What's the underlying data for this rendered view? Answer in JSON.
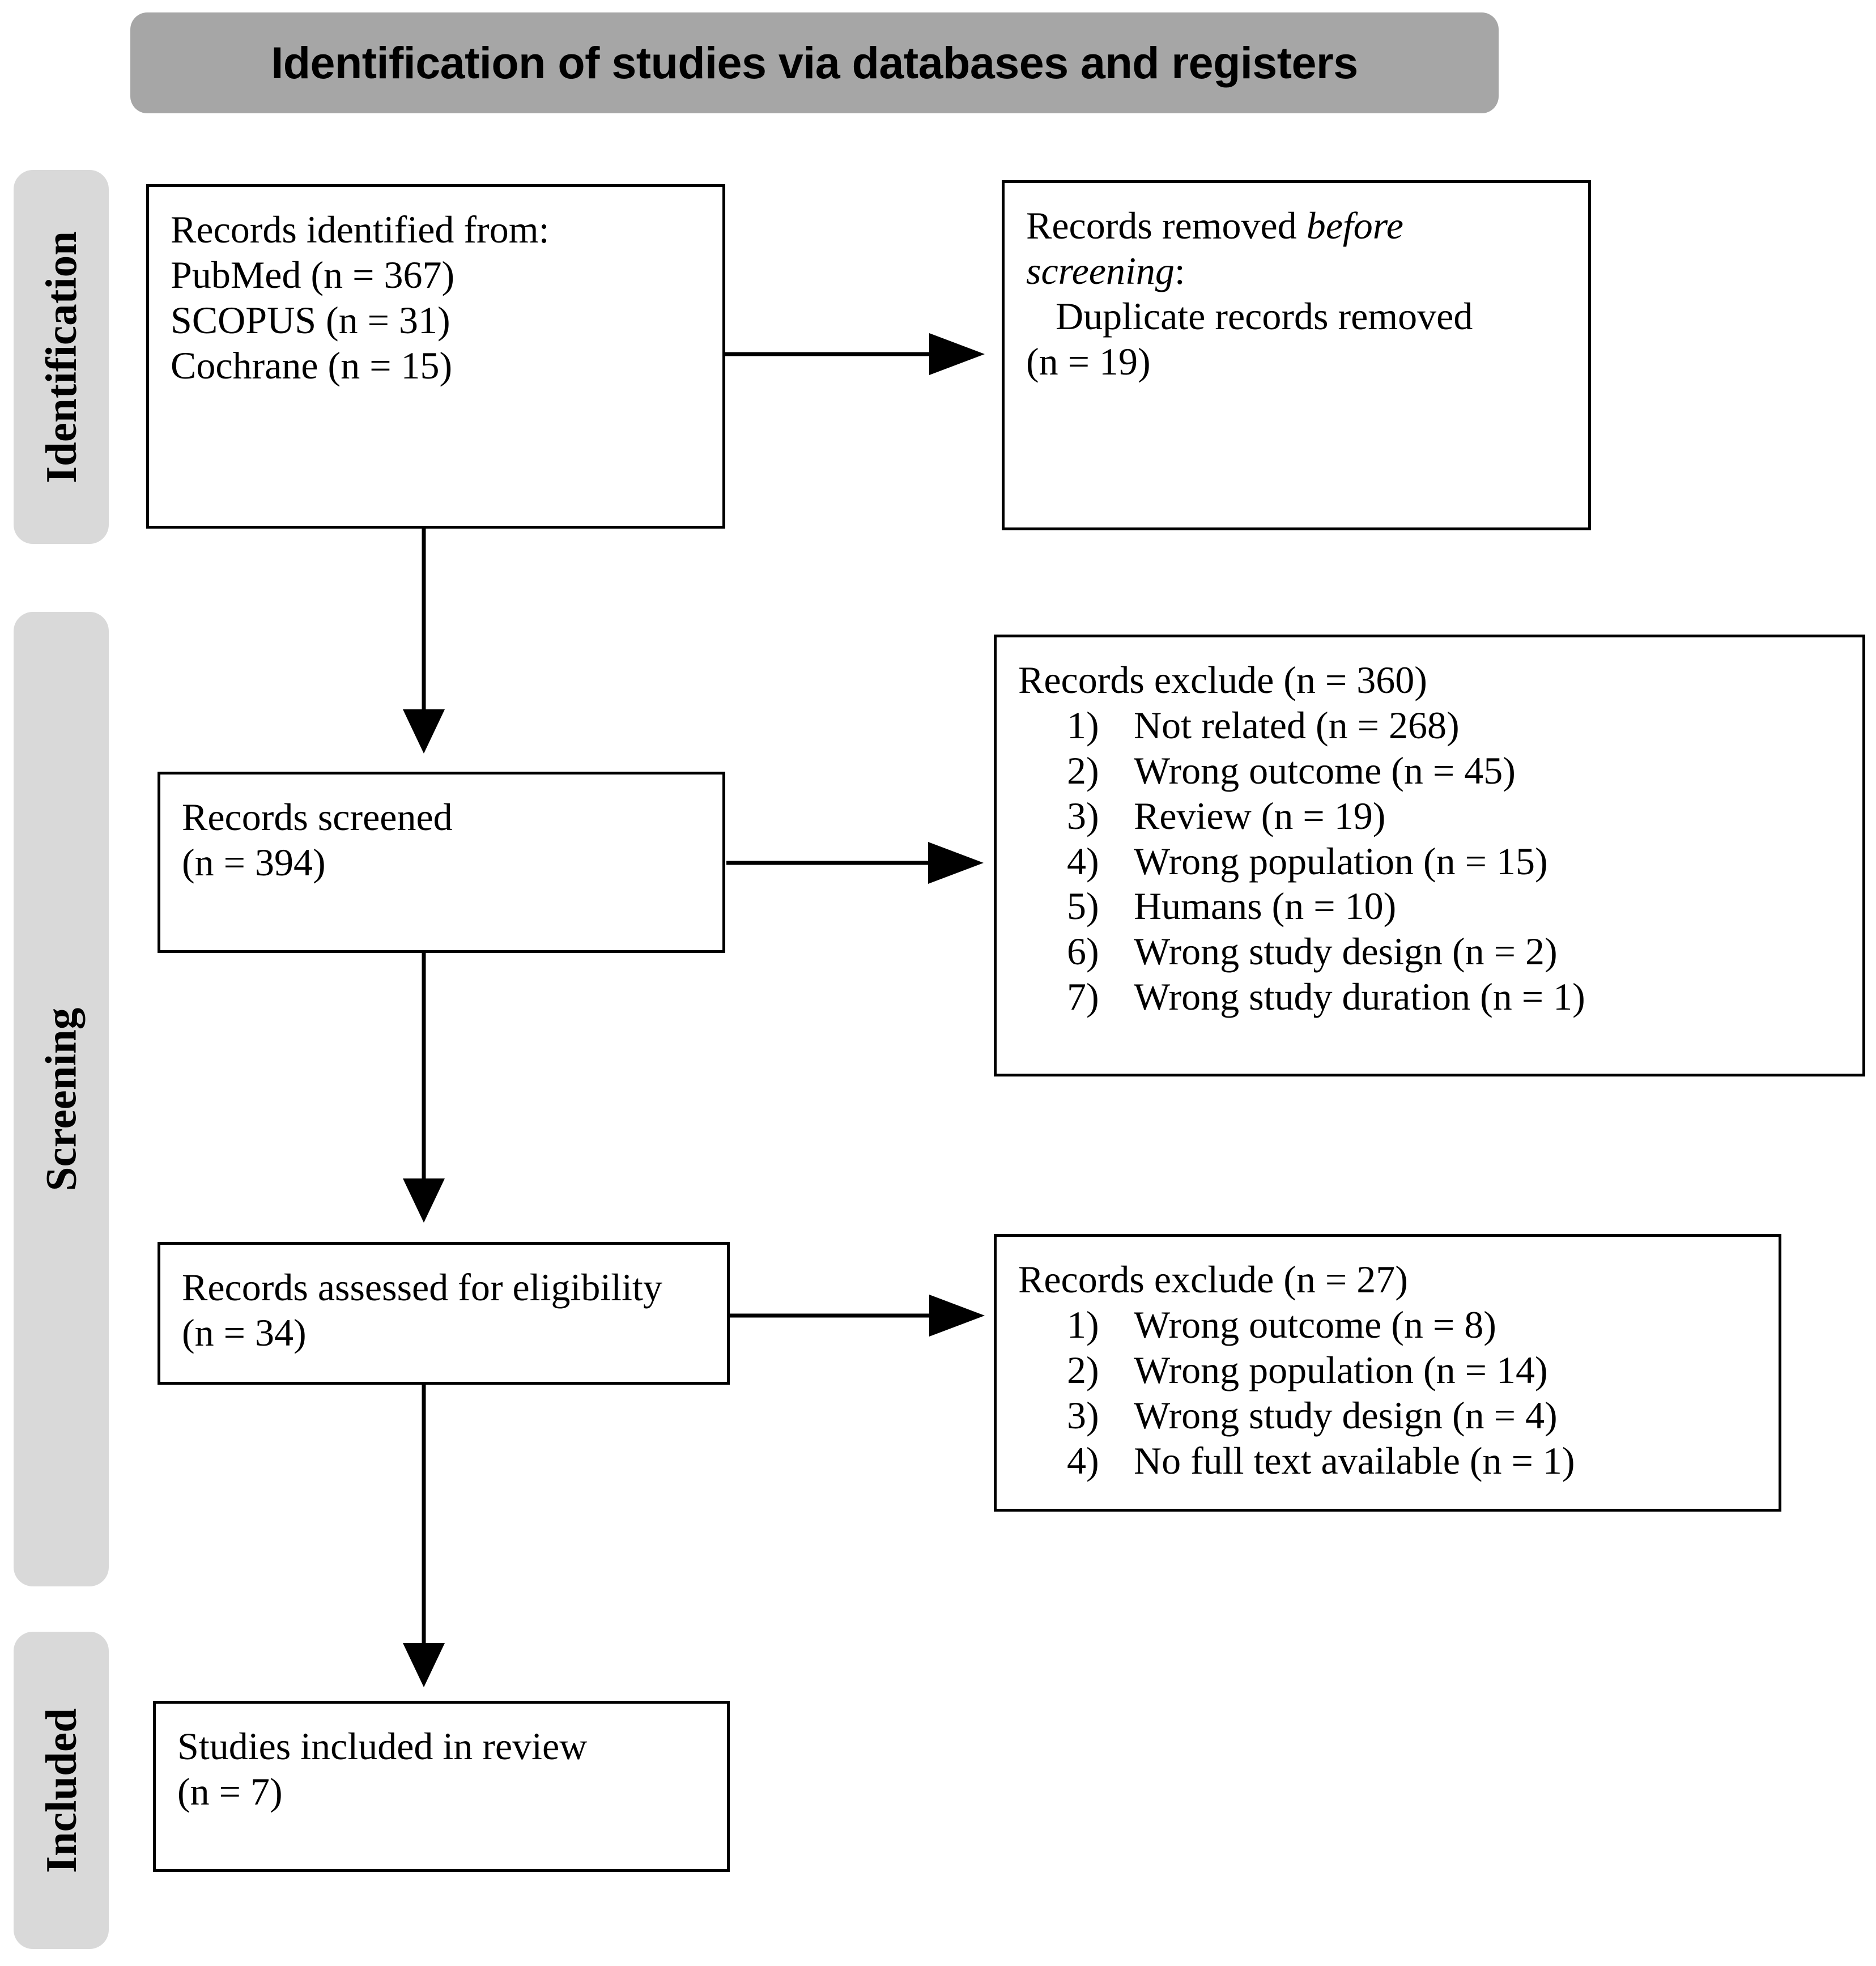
{
  "title": {
    "text": "Identification of studies via databases and registers"
  },
  "colors": {
    "title_banner_bg": "#a6a6a6",
    "phase_bg": "#d9d9d9",
    "box_border": "#000000",
    "box_bg": "#ffffff",
    "text": "#000000"
  },
  "phases": [
    {
      "id": "identification",
      "label": "Identification"
    },
    {
      "id": "screening",
      "label": "Screening"
    },
    {
      "id": "included",
      "label": "Included"
    }
  ],
  "boxes": {
    "identified": {
      "heading": "Records identified from:",
      "sources": [
        "PubMed (n = 367)",
        "SCOPUS (n = 31)",
        "Cochrane (n = 15)"
      ]
    },
    "removed": {
      "heading_plain": "Records removed ",
      "heading_italic_1": "before",
      "heading_italic_2": "screening",
      "heading_colon": ":",
      "detail_line_1": "Duplicate records removed",
      "detail_line_2": "(n = 19)"
    },
    "screened": {
      "label": "Records screened",
      "count": "(n = 394)"
    },
    "excluded_1": {
      "heading": "Records exclude (n = 360)",
      "reasons": [
        {
          "num": "1)",
          "text": "Not related (n = 268)"
        },
        {
          "num": "2)",
          "text": "Wrong outcome (n = 45)"
        },
        {
          "num": "3)",
          "text": "Review (n = 19)"
        },
        {
          "num": "4)",
          "text": "Wrong population (n = 15)"
        },
        {
          "num": "5)",
          "text": "Humans (n = 10)"
        },
        {
          "num": "6)",
          "text": "Wrong study design (n = 2)"
        },
        {
          "num": "7)",
          "text": "Wrong study duration (n = 1)"
        }
      ]
    },
    "assessed": {
      "label": "Records assessed for eligibility",
      "count": "(n = 34)"
    },
    "excluded_2": {
      "heading": "Records exclude (n = 27)",
      "reasons": [
        {
          "num": "1)",
          "text": "Wrong outcome (n = 8)"
        },
        {
          "num": "2)",
          "text": "Wrong population (n = 14)"
        },
        {
          "num": "3)",
          "text": "Wrong study design (n = 4)"
        },
        {
          "num": "4)",
          "text": "No full text available (n = 1)"
        }
      ]
    },
    "included": {
      "label": "Studies included in review",
      "count": "(n = 7)"
    }
  },
  "flow": {
    "arrows": [
      {
        "id": "identified-to-removed",
        "direction": "right"
      },
      {
        "id": "identified-to-screened",
        "direction": "down"
      },
      {
        "id": "screened-to-excluded-1",
        "direction": "right"
      },
      {
        "id": "screened-to-assessed",
        "direction": "down"
      },
      {
        "id": "assessed-to-excluded-2",
        "direction": "right"
      },
      {
        "id": "assessed-to-included",
        "direction": "down"
      }
    ]
  }
}
